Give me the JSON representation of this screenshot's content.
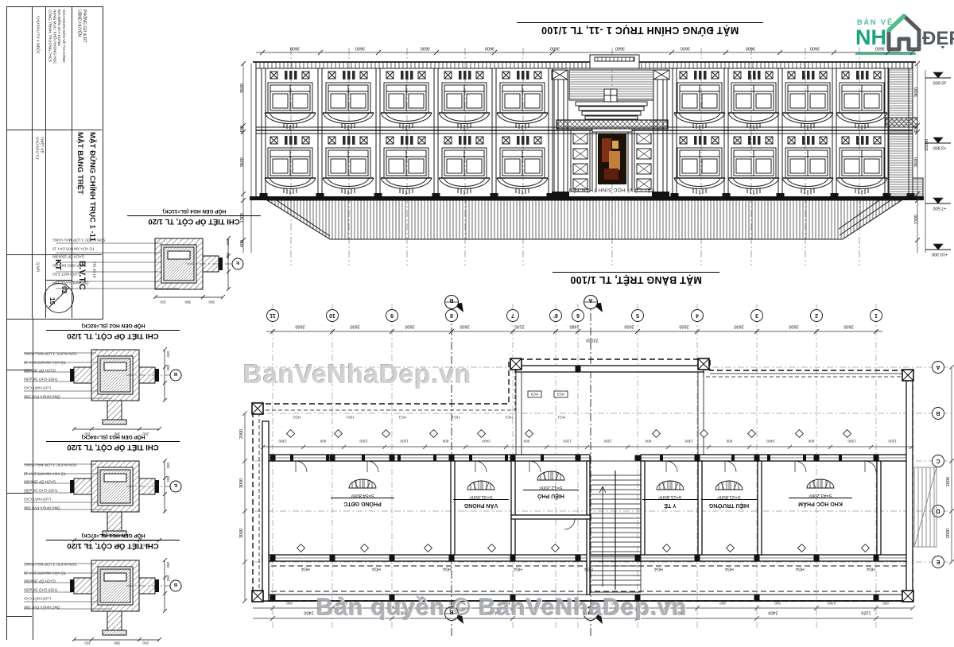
{
  "branding": {
    "logo_top": "BẢN VẼ",
    "logo_nha": "NH",
    "logo_dep": "ĐẸP",
    "green": "#4cc08a",
    "teal": "#1ba37c",
    "dark": "#575b5e",
    "watermark_center": "BanVeNhaDep.vn",
    "copyright": "Bản quyền © BanVeNhaDep.vn"
  },
  "title_block": {
    "project_lines": [
      "CÔNG TRÌNH: TRƯỜNG THCS",
      "HẠNG MỤC: KHỐI PHÒNG HỌC",
      "ĐỊA ĐIỂM XÂY DỰNG",
      "GIAI ĐOẠN: BẢN VẼ THI CÔNG"
    ],
    "owner_lines": [
      "UBND HUYỆN",
      "PHÒNG GD & ĐT"
    ],
    "agency": "CHỦ ĐẦU TƯ A MĐỘC",
    "drawing_name_1": "MẶT BẰNG TRỆT",
    "drawing_name_2": "MẶT ĐỨNG CHÍNH TRỤC 1 -11",
    "roles": [
      "CHỦ ĐẦU TƯ",
      "THIẾT KẾ"
    ],
    "small_q": "Q.MÔ",
    "stage": "B.V.T.C",
    "stage_sub": "HS 20-18",
    "discipline": "KT",
    "sheet_no": "02",
    "sheet_total": "15"
  },
  "elevation": {
    "title": "MẶT ĐỨNG CHÍNH TRỤC 1 -11, TL 1/100",
    "slogan": "TẤT CẢ VÌ HỌC SINH THÂN YÊU",
    "top_dims": [
      "3600",
      "3600",
      "3600",
      "3600",
      "3600",
      "3600",
      "3600",
      "3600",
      "3600",
      "3600"
    ],
    "right_dims": [
      "3600",
      "400",
      "3600",
      "1305"
    ],
    "right_total": "10200",
    "levels": [
      "±0.000",
      "+3.900",
      "+7.500",
      "+10.300"
    ],
    "left_dims": [
      "3600",
      "400",
      "3600",
      "1305",
      "400"
    ]
  },
  "plan": {
    "title": "MẶT BẰNG TRỆT, TL 1/100",
    "grid_labels": [
      "11",
      "10",
      "9",
      "8",
      "7",
      "6'",
      "6",
      "5",
      "4",
      "3",
      "2",
      "1"
    ],
    "grid_dims": [
      "2600",
      "2600",
      "2600",
      "2600",
      "2100",
      "1480",
      "2600",
      "2600",
      "2600",
      "2600",
      "2600"
    ],
    "grid_total": "22000",
    "letter_bubbles": [
      "A",
      "B",
      "C",
      "D",
      "E"
    ],
    "left_dims": [
      "2000",
      "3000",
      "3000"
    ],
    "right_dims": [
      "2000",
      "2000"
    ],
    "window_dims": [
      "1300",
      "600",
      "1200",
      "1200",
      "600",
      "2400",
      "600",
      "1200",
      "1200",
      "600",
      "1300",
      "600",
      "2400",
      "600",
      "1300",
      "1200"
    ],
    "bottom_dims_small": [
      "600",
      "2400",
      "600",
      "600",
      "3600",
      "600",
      "600",
      "2400",
      "600",
      "600",
      "2400",
      "600"
    ],
    "bottom_dims": [
      "2400",
      "3300",
      "2400",
      "2400",
      "3300",
      "2400",
      "1320"
    ],
    "hg_top": [
      "HG2",
      "HG1",
      "HG1",
      "HG1",
      "HG1",
      "HG1"
    ],
    "hg3_left": "HG3",
    "hg3_right": "HG3",
    "hg_bottom": [
      "HG4",
      "HG4",
      "HG4",
      "HG4",
      "HG4",
      "HG4",
      "HG4",
      "HG4",
      "HG4"
    ],
    "section_flag_b": "B",
    "section_flag_a": "A",
    "rooms": [
      {
        "name": "PHÒNG GĐTC",
        "area": "S=54.80m²"
      },
      {
        "name": "VĂN PHÒNG",
        "area": "S=31.00m²"
      },
      {
        "name": "HIỆU PHÓ",
        "area": "S=12.20m²"
      },
      {
        "name": "Y TẾ",
        "area": "S=21.60m²"
      },
      {
        "name": "HIỆU TRƯỞNG",
        "area": "S=21.60m²"
      },
      {
        "name": "KHO HỌC PHẨM",
        "area": "S=43.20m²"
      }
    ]
  },
  "details": {
    "common_title": "CHI TIẾT ỐP CỘT, TL 1/20",
    "leaders": [
      "SƠN NƯỚC 3 LỚP MÀU VÀNG",
      "TÔ VỮA XM M75 DÀY 15",
      "GẠCH ỐP 250x300",
      "THÉP CHỜ D6 a250",
      "LƯỚI MẮT CÁO",
      "ỐNG NHỰA PVC D90"
    ],
    "items": [
      {
        "subtitle": "HỘP GEN HG4 (SL=11CK)",
        "axis": "E",
        "dims": [
          "150",
          "380",
          "260"
        ],
        "side": [
          "200",
          "200"
        ]
      },
      {
        "subtitle": "HỘP GEN HG2 (SL=02CK)",
        "axis": "B",
        "dims": [
          "150",
          "380",
          "260"
        ],
        "side": [
          "200",
          "200"
        ]
      },
      {
        "subtitle": "HỘP GEN HG3 (SL=04CK)",
        "axis": "E",
        "dims": [
          "150",
          "380",
          "260"
        ],
        "side": [
          "200",
          "200"
        ]
      },
      {
        "subtitle": "HỘP GEN HG1 (SL=07CK)",
        "axis": "B",
        "dims": [
          "150",
          "380",
          "260"
        ],
        "side": [
          "200",
          "200"
        ]
      }
    ]
  }
}
